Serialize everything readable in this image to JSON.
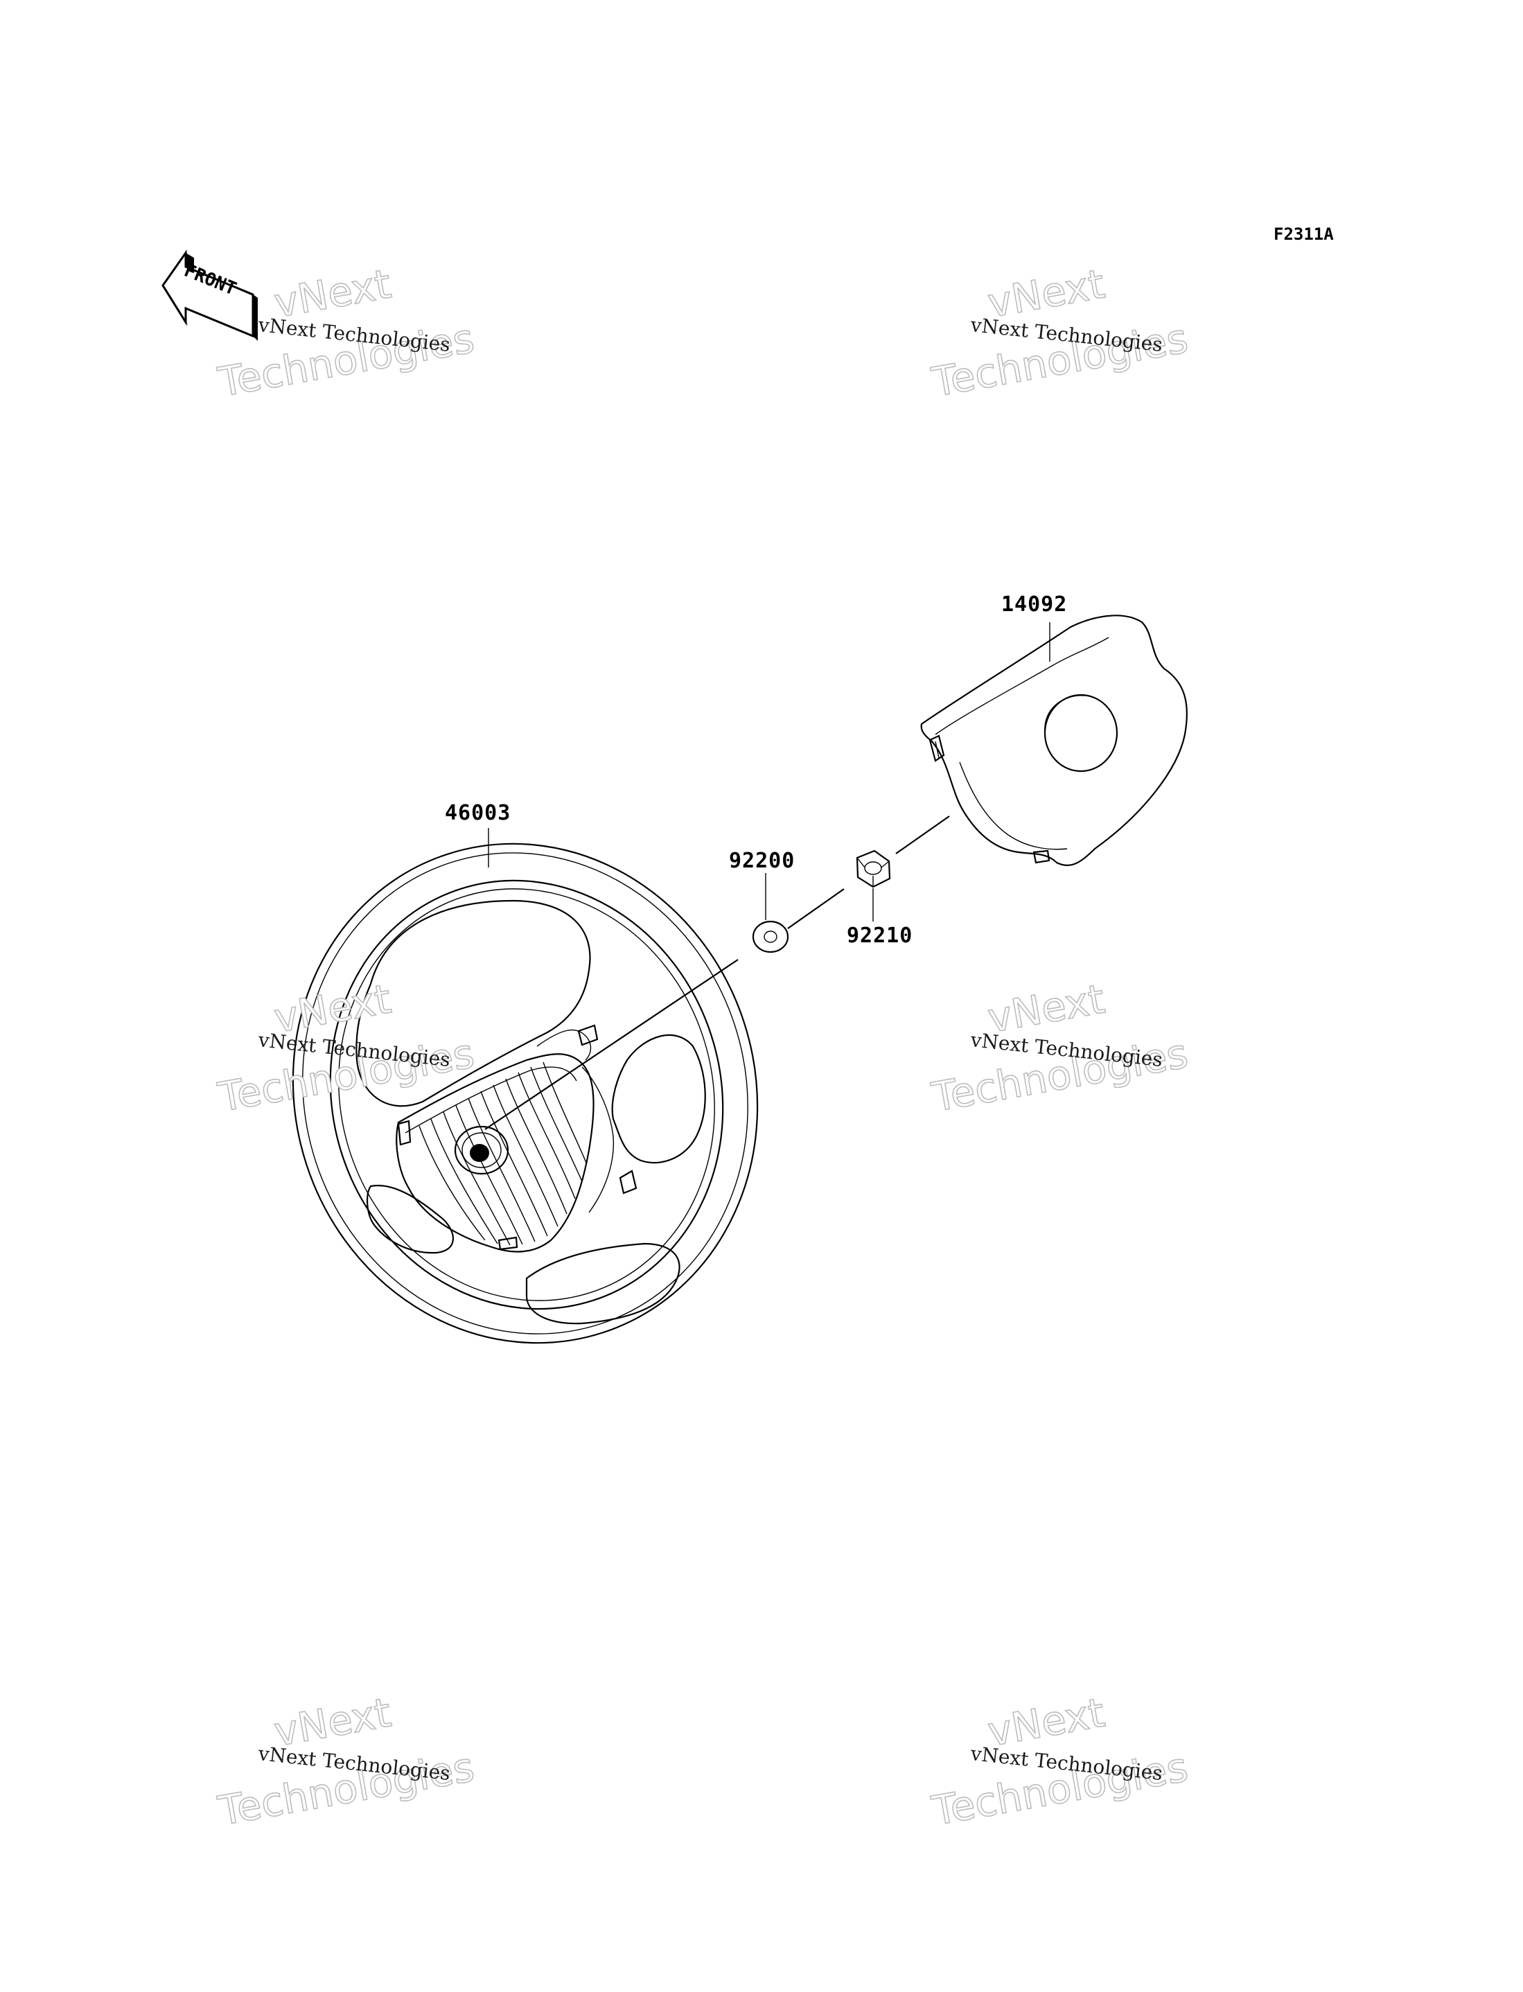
{
  "diagram_code": "F2311A",
  "front_marker": "FRONT",
  "parts": [
    {
      "number": "14092",
      "name": "steering-wheel-cover"
    },
    {
      "number": "46003",
      "name": "steering-wheel"
    },
    {
      "number": "92200",
      "name": "washer"
    },
    {
      "number": "92210",
      "name": "nut"
    }
  ],
  "watermark": {
    "brand_line": "vNext Technologies",
    "big_line_1": "vNext",
    "big_line_2": "Technologies"
  },
  "colors": {
    "line": "#000000",
    "background": "#ffffff",
    "watermark_outline": "#bdbdbd"
  }
}
